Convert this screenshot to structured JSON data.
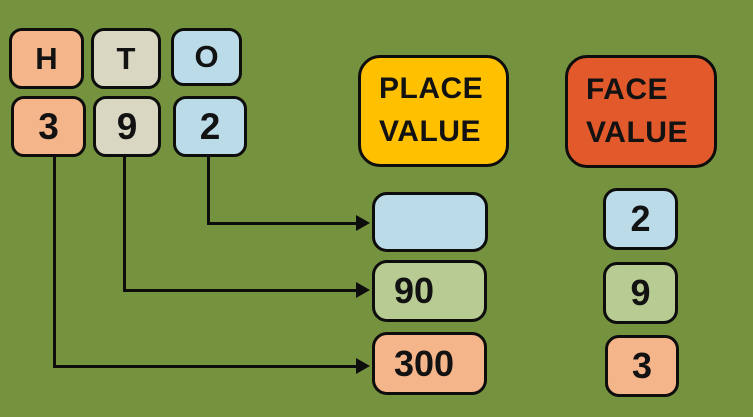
{
  "columns": [
    {
      "label": "H",
      "digit": "3",
      "color": "#F5B58A"
    },
    {
      "label": "T",
      "digit": "9",
      "color": "#D9D6C2"
    },
    {
      "label": "O",
      "digit": "2",
      "color": "#BBDBE9"
    }
  ],
  "place_value": {
    "title": "PLACE VALUE",
    "rows": [
      {
        "value": "",
        "color": "#BBDBE9"
      },
      {
        "value": "90",
        "color": "#B7CB93"
      },
      {
        "value": "300",
        "color": "#F5B58A"
      }
    ]
  },
  "face_value": {
    "title": "FACE VALUE",
    "rows": [
      {
        "value": "2",
        "color": "#BBDBE9"
      },
      {
        "value": "9",
        "color": "#B7CB93"
      },
      {
        "value": "3",
        "color": "#F5B58A"
      }
    ]
  },
  "colors": {
    "background": "#75923E",
    "place_header": "#FFC000",
    "face_header": "#E2592B",
    "outline": "#0d0d0d"
  }
}
